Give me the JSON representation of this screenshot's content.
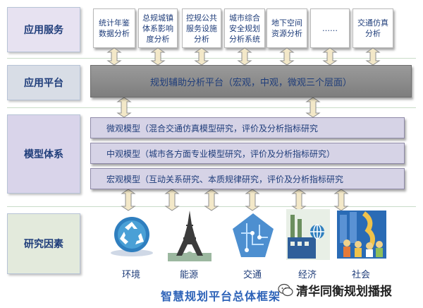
{
  "layers": {
    "application_services": "应用服务",
    "application_platform": "应用平台",
    "model_system": "模型体系",
    "research_factors": "研究因素"
  },
  "app_boxes": [
    "统计年鉴数据分析",
    "总规城镇体系影响度分析",
    "控规公共服务设施分析",
    "城市综合安全规划分析系统",
    "地下空间资源分析",
    "……",
    "交通仿真分析"
  ],
  "platform": "规划辅助分析平台（宏观，中观，微观三个层面）",
  "models": {
    "micro": "微观模型（混合交通仿真模型研究，评价及分析指标研究",
    "meso": "中观模型（城市各方面专业模型研究，评价及分析指标研究）",
    "macro": "宏观模型（互动关系研究、本质规律研究，评价及分析指标研究"
  },
  "factors": [
    "环境",
    "能源",
    "交通",
    "经济",
    "社会"
  ],
  "footer_title": "智慧规划平台总体框架",
  "watermark": "清华同衡规划播报",
  "colors": {
    "services_label_bg": "#e7e2f1",
    "platform_label_bg": "#d8dde6",
    "model_label_bg": "#d9d4ea",
    "factor_label_bg": "#e3eadc",
    "platform_bar": "#8a8a8a",
    "model_bar": "#d6d3e6",
    "arrow_fill": "#f3e8c8",
    "text_blue": "#1f3d7a"
  }
}
